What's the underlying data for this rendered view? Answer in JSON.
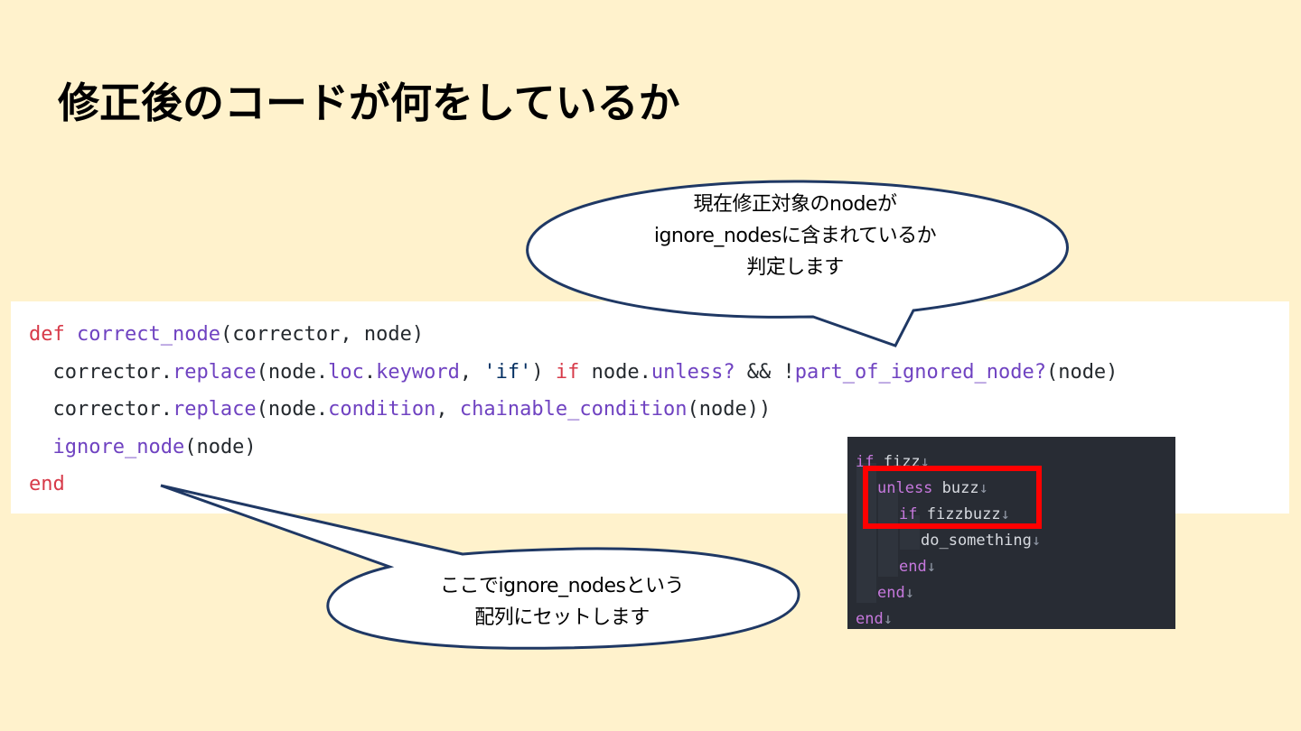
{
  "title": "修正後のコードが何をしているか",
  "code": {
    "line1": {
      "kw_def": "def",
      "fn_name": "correct_node",
      "args": "(corrector, node)"
    },
    "line2": {
      "receiver": "corrector.",
      "method": "replace",
      "open": "(node.",
      "loc": "loc",
      "dot": ".",
      "keyword": "keyword",
      "comma": ", ",
      "str_if": "'if'",
      "close": ") ",
      "kw_if": "if",
      "node_dot": " node.",
      "unless": "unless?",
      "and_not": " && !",
      "ignored": "part_of_ignored_node?",
      "tail": "(node)"
    },
    "line3": {
      "receiver": "corrector.",
      "method": "replace",
      "open": "(node.",
      "condition": "condition",
      "comma": ", ",
      "chainable": "chainable_condition",
      "tail": "(node))"
    },
    "line4": {
      "fn": "ignore_node",
      "tail": "(node)"
    },
    "line5": {
      "kw_end": "end"
    }
  },
  "bubble_top": {
    "line1": "現在修正対象のnodeが",
    "line2": "ignore_nodesに含まれているか",
    "line3": "判定します"
  },
  "bubble_bottom": {
    "line1": "ここでignore_nodesという",
    "line2": "配列にセットします"
  },
  "editor": {
    "line1": {
      "kw": "if",
      "id": " fizz",
      "eol": "↓"
    },
    "line2": {
      "kw": "unless",
      "id": " buzz",
      "eol": "↓"
    },
    "line3": {
      "kw": "if",
      "id": " fizzbuzz",
      "eol": "↓"
    },
    "line4": {
      "id": "do_something",
      "eol": "↓"
    },
    "line5": {
      "kw": "end",
      "eol": "↓"
    },
    "line6": {
      "kw": "end",
      "eol": "↓"
    },
    "line7": {
      "kw": "end",
      "eol": "↓"
    }
  },
  "colors": {
    "background": "#fff2cc",
    "bubble_outline": "#1f3864",
    "highlight": "#ff0000",
    "editor_bg": "#282c34"
  }
}
